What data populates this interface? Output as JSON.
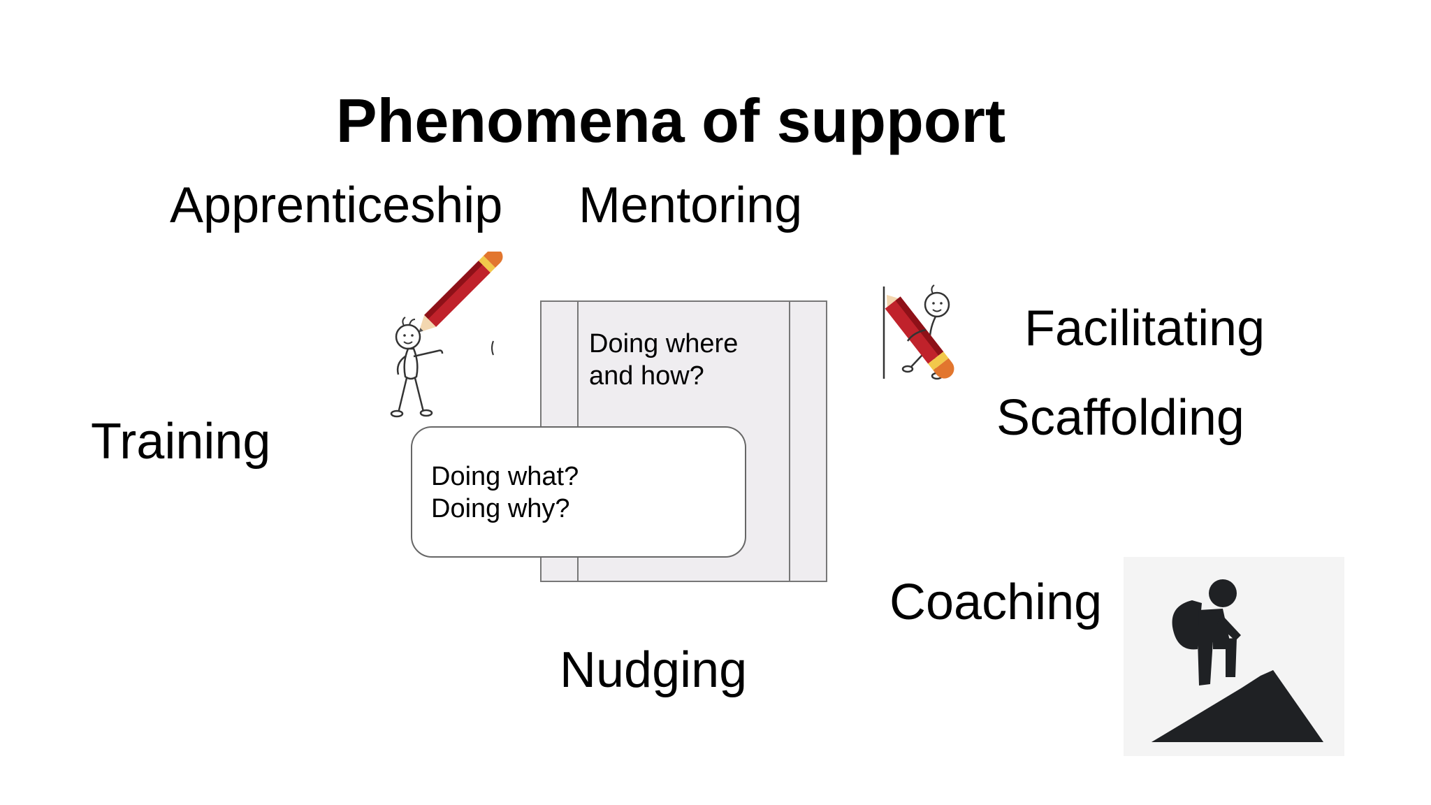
{
  "title": "Phenomena of support",
  "terms": {
    "apprenticeship": "Apprenticeship",
    "mentoring": "Mentoring",
    "facilitating": "Facilitating",
    "scaffolding": "Scaffolding",
    "training": "Training",
    "coaching": "Coaching",
    "nudging": "Nudging"
  },
  "panel_back": {
    "line1": "Doing where",
    "line2": "and how?"
  },
  "card_front": {
    "line1": "Doing what?",
    "line2": "Doing why?"
  },
  "colors": {
    "pencil_body": "#c0222b",
    "pencil_dark": "#8e1118",
    "pencil_band": "#f2c84b",
    "pencil_eraser": "#e2762e",
    "panel_fill": "#efedf0",
    "hiker_fill": "#1f2124"
  },
  "icons": [
    "stick-figure-pencil-icon",
    "stick-figure-pencil-icon",
    "hiker-climbing-icon"
  ]
}
